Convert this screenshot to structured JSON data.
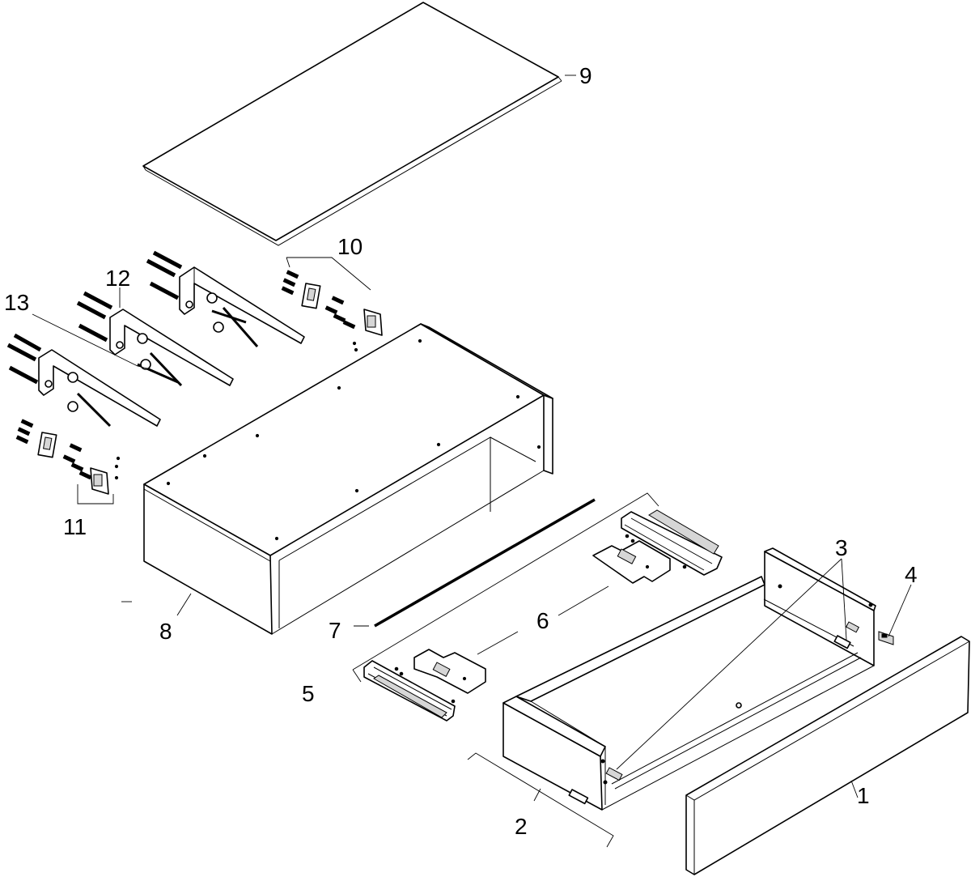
{
  "diagram": {
    "ink": "#000000",
    "paper": "#ffffff",
    "callouts": {
      "c1": "1",
      "c2": "2",
      "c3": "3",
      "c4": "4",
      "c5": "5",
      "c6": "6",
      "c7": "7",
      "c8": "8",
      "c9": "9",
      "c10": "10",
      "c11": "11",
      "c12": "12",
      "c13": "13"
    }
  }
}
